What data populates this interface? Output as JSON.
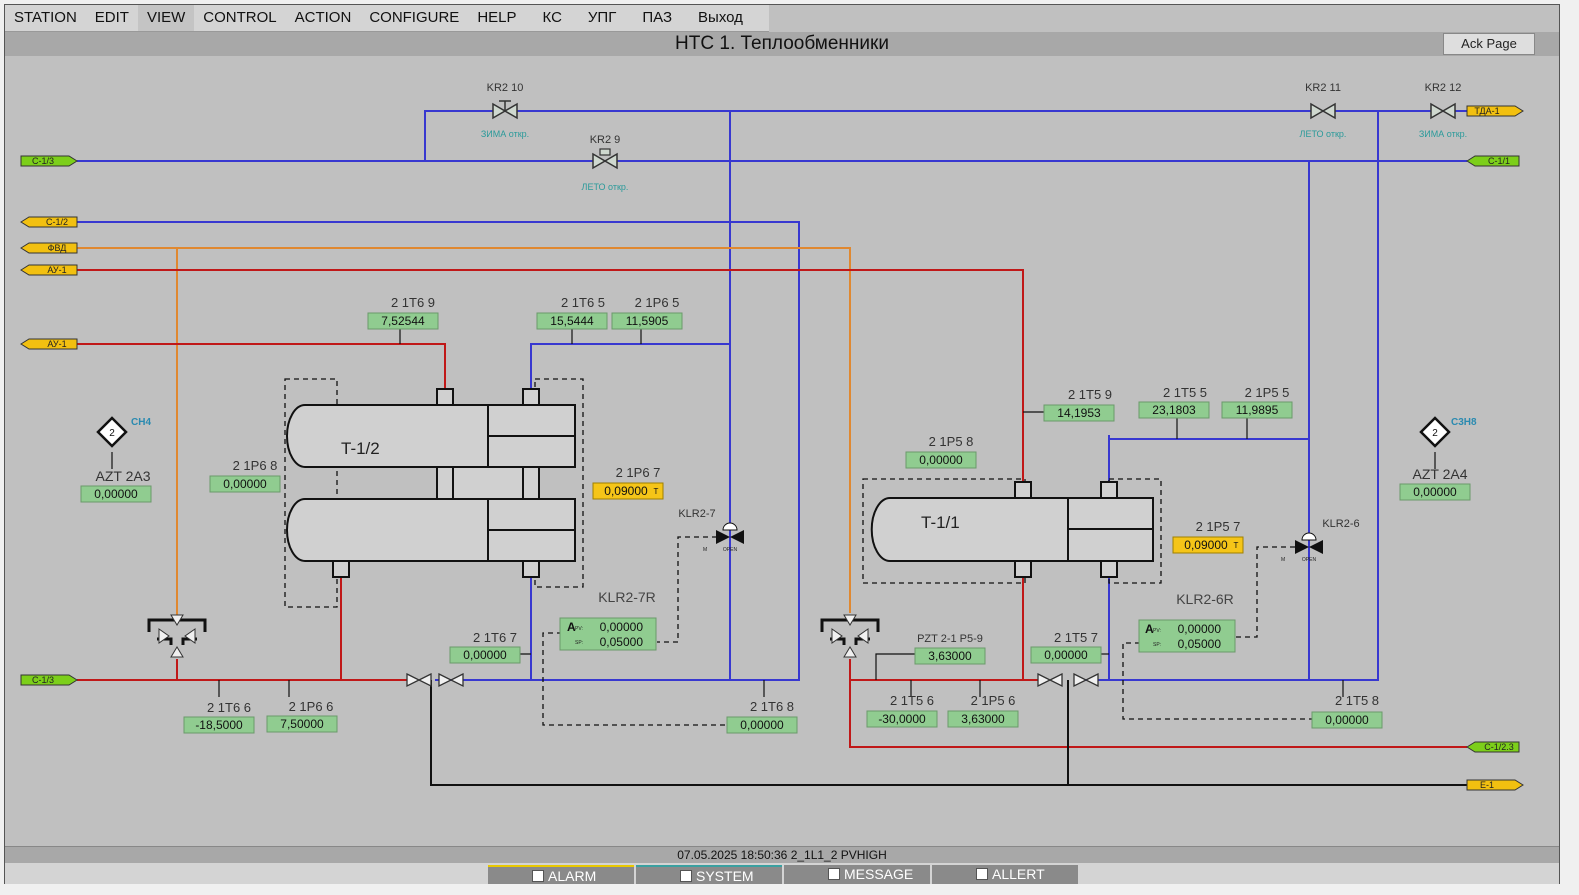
{
  "menu": [
    "STATION",
    "EDIT",
    "VIEW",
    "CONTROL",
    "ACTION",
    "CONFIGURE",
    "HELP",
    "КС",
    "УПГ",
    "ПАЗ",
    "Выход"
  ],
  "header": {
    "title": "НТС 1. Теплообменники",
    "ack_label": "Ack Page"
  },
  "pipes": {
    "c13_left": "C-1/3",
    "c12": "C-1/2",
    "fvd": "ФВД",
    "au1_a": "АУ-1",
    "au1_b": "АУ-1",
    "c13_bottom": "C-1/3",
    "tda1": "ТДА-1",
    "c11": "C-1/1",
    "c123": "C-1/2.3",
    "e1": "E-1"
  },
  "valves": {
    "kr2_10": {
      "tag": "KR2 10",
      "status": "ЗИМА откр."
    },
    "kr2_9": {
      "tag": "KR2 9",
      "status": "ЛЕТО откр."
    },
    "kr2_11": {
      "tag": "KR2 11",
      "status": "ЛЕТО откр."
    },
    "kr2_12": {
      "tag": "KR2 12",
      "status": "ЗИМА откр."
    },
    "klr2_7": {
      "tag": "KLR2-7",
      "mode": "M",
      "state": "OPEN"
    },
    "klr2_6": {
      "tag": "KLR2-6",
      "mode": "M",
      "state": "OPEN"
    }
  },
  "exchangers": {
    "t12": "T-1/2",
    "t11": "T-1/1"
  },
  "sensors": {
    "ch4": {
      "tag": "CH4",
      "level": "2"
    },
    "c3h8": {
      "tag": "C3H8",
      "level": "2"
    }
  },
  "readouts": {
    "azt_2a3": {
      "label": "AZT 2A3",
      "value": "0,00000"
    },
    "azt_2a4": {
      "label": "AZT 2A4",
      "value": "0,00000"
    },
    "t6_9": {
      "label": "2 1T6 9",
      "value": "7,52544"
    },
    "t6_5": {
      "label": "2 1T6 5",
      "value": "15,5444"
    },
    "p6_5": {
      "label": "2 1P6 5",
      "value": "11,5905"
    },
    "p6_8": {
      "label": "2 1P6 8",
      "value": "0,00000"
    },
    "p6_7": {
      "label": "2 1P6 7",
      "value": "0,09000",
      "flag": "T"
    },
    "t6_7": {
      "label": "2 1T6 7",
      "value": "0,00000"
    },
    "t6_6": {
      "label": "2 1T6 6",
      "value": "-18,5000"
    },
    "p6_6": {
      "label": "2 1P6 6",
      "value": "7,50000"
    },
    "t6_8": {
      "label": "2 1T6 8",
      "value": "0,00000"
    },
    "t5_9": {
      "label": "2 1T5 9",
      "value": "14,1953"
    },
    "t5_5": {
      "label": "2 1T5 5",
      "value": "23,1803"
    },
    "p5_5": {
      "label": "2 1P5 5",
      "value": "11,9895"
    },
    "p5_8": {
      "label": "2 1P5 8",
      "value": "0,00000"
    },
    "p5_7": {
      "label": "2 1P5 7",
      "value": "0,09000",
      "flag": "T"
    },
    "pzt": {
      "label": "PZT 2-1 P5-9",
      "value": "3,63000"
    },
    "t5_7": {
      "label": "2 1T5 7",
      "value": "0,00000"
    },
    "t5_6": {
      "label": "2 1T5 6",
      "value": "-30,0000"
    },
    "p5_6": {
      "label": "2 1P5 6",
      "value": "3,63000"
    },
    "t5_8": {
      "label": "2 1T5 8",
      "value": "0,00000"
    }
  },
  "controllers": {
    "klr2_7r": {
      "title": "KLR2-7R",
      "mode": "A",
      "pv_label": "PV:",
      "sp_label": "SP:",
      "pv": "0,00000",
      "sp": "0,05000"
    },
    "klr2_6r": {
      "title": "KLR2-6R",
      "mode": "A",
      "pv_label": "PV:",
      "sp_label": "SP:",
      "pv": "0,00000",
      "sp": "0,05000"
    }
  },
  "status": {
    "message": "07.05.2025 18:50:36  2_1L1_2 PVHIGH"
  },
  "tabs": [
    "ALARM",
    "SYSTEM",
    "MESSAGE",
    "ALLERT"
  ],
  "colors": {
    "blue_line": "#3838d0",
    "red_line": "#c01818",
    "orange_line": "#e08830",
    "black_line": "#111111",
    "green_value": "#90cc90",
    "yellow_value": "#f5c518",
    "lime_tag": "#7ccf1a",
    "yellow_tag": "#f2c010",
    "label_text": "#333333",
    "status_teal": "#2a9a9a"
  }
}
